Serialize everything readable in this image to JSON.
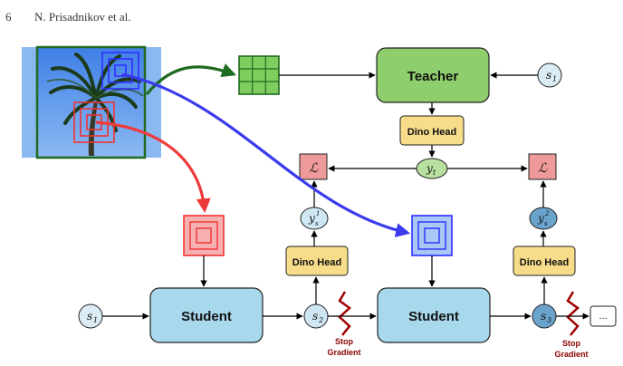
{
  "header": {
    "page_number": "6",
    "authors": "N. Prisadnikov et al."
  },
  "nodes": {
    "teacher": "Teacher",
    "dino_head_teacher": "Dino Head",
    "dino_head_s1": "Dino Head",
    "dino_head_s2": "Dino Head",
    "student_1": "Student",
    "student_2": "Student",
    "loss_left": "ℒ",
    "loss_right": "ℒ",
    "ellipsis": "..."
  },
  "variables": {
    "s1_teacher": {
      "base": "s",
      "sub": "1"
    },
    "s1_input": {
      "base": "s",
      "sub": "1"
    },
    "s2": {
      "base": "s",
      "sub": "2"
    },
    "s3": {
      "base": "s",
      "sub": "3"
    },
    "yt": {
      "base": "y",
      "sub": "t"
    },
    "ys1": {
      "base": "y",
      "sub": "s",
      "sup": "1"
    },
    "ys2": {
      "base": "y",
      "sub": "s",
      "sup": "2"
    }
  },
  "stop_gradient": {
    "line1": "Stop",
    "line2": "Gradient"
  },
  "colors": {
    "teacher": "#8fce6c",
    "dino_head": "#f7dc8a",
    "student": "#a8d8ec",
    "loss": "#ef9a9a",
    "circle": "#cfe7f2",
    "circle_dark": "#6aa3cc",
    "circle_green": "#b8e0a0",
    "green_arrow": "#1f6b1f",
    "blue_arrow": "#3a3aee",
    "red_arrow": "#ee3a3a",
    "stop_gradient": "#a00000"
  }
}
